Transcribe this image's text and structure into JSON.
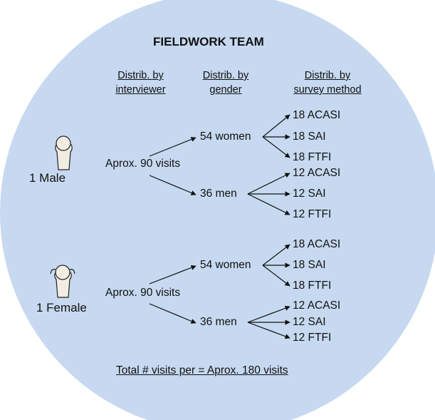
{
  "title": "FIELDWORK TEAM",
  "headers": {
    "interviewer": [
      "Distrib. by",
      "interviewer"
    ],
    "gender": [
      "Distrib. by",
      "gender"
    ],
    "method": [
      "Distrib. by",
      "survey method"
    ]
  },
  "interviewers": [
    {
      "label": "1 Male",
      "visits": "Aprox. 90 visits",
      "groups": [
        {
          "label": "54 women",
          "methods": [
            "18 ACASI",
            "18 SAI",
            "18 FTFI"
          ]
        },
        {
          "label": "36 men",
          "methods": [
            "12 ACASI",
            "12 SAI",
            "12 FTFI"
          ]
        }
      ]
    },
    {
      "label": "1 Female",
      "visits": "Aprox. 90 visits",
      "groups": [
        {
          "label": "54 women",
          "methods": [
            "18 ACASI",
            "18 SAI",
            "18 FTFI"
          ]
        },
        {
          "label": "36 men",
          "methods": [
            "12 ACASI",
            "12 SAI",
            "12 FTFI"
          ]
        }
      ]
    }
  ],
  "total": "Total # visits per  = Aprox. 180 visits",
  "colors": {
    "circle": "#c6d9f0",
    "ink": "#111111"
  },
  "icons": [
    "male-person-icon",
    "female-person-icon"
  ]
}
